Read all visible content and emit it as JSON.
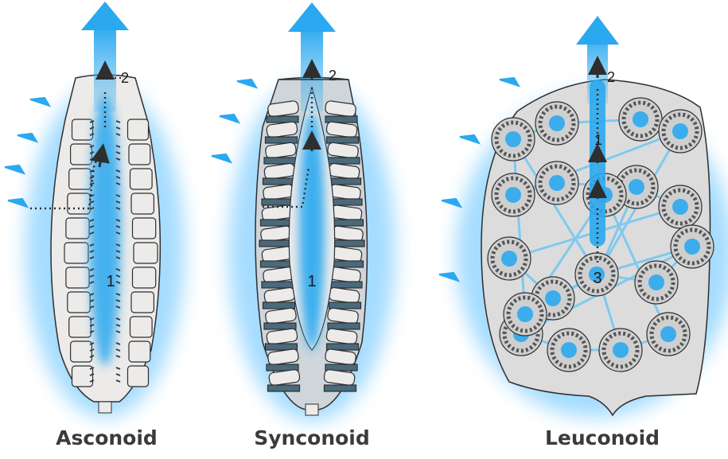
{
  "colors": {
    "water": "#2aa8f0",
    "glow": "#5cc0ff",
    "wall": "#ecebea",
    "outline": "#2e2e2e",
    "collar": "#3c3c3c",
    "caption": "#3b3b3b"
  },
  "diagrams": [
    {
      "name": "Asconoid",
      "labels": [
        "1",
        "2"
      ]
    },
    {
      "name": "Synconoid",
      "labels": [
        "1",
        "2"
      ]
    },
    {
      "name": "Leuconoid",
      "labels": [
        "1",
        "2",
        "3"
      ]
    }
  ]
}
